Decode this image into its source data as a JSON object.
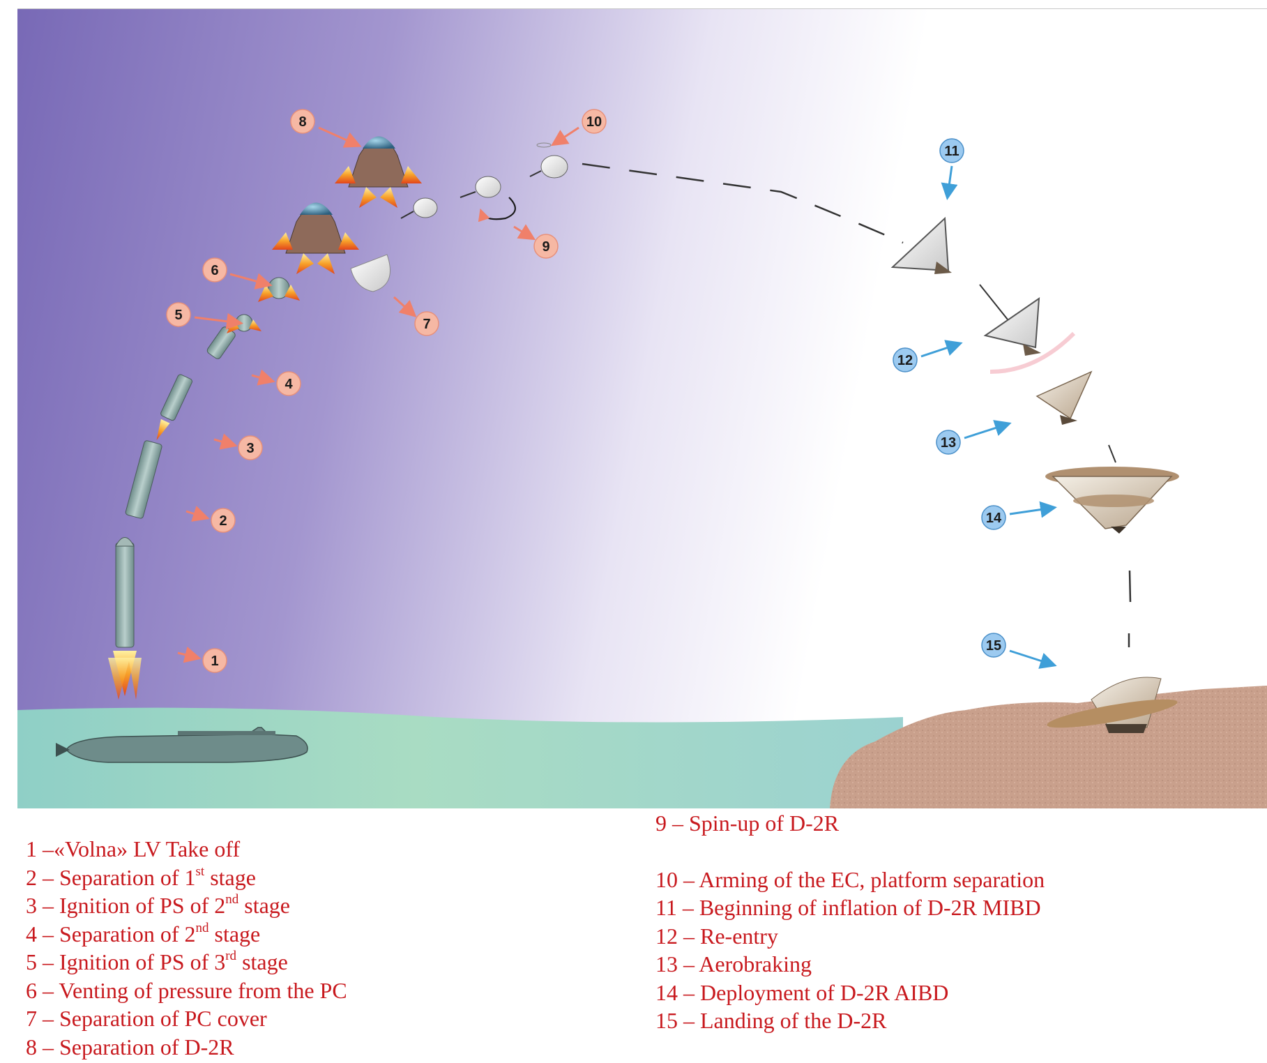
{
  "steps": [
    {
      "num": "1",
      "text": "1 –«Volna» LV Take off"
    },
    {
      "num": "2",
      "pre": "2 – Separation of 1",
      "sup": "st",
      "post": " stage"
    },
    {
      "num": "3",
      "pre": "3 – Ignition of PS of 2",
      "sup": "nd",
      "post": " stage"
    },
    {
      "num": "4",
      "pre": "4 – Separation of 2",
      "sup": "nd",
      "post": " stage"
    },
    {
      "num": "5",
      "pre": "5 – Ignition of PS of 3",
      "sup": "rd",
      "post": " stage"
    },
    {
      "num": "6",
      "text": "6 – Venting of pressure from the PC"
    },
    {
      "num": "7",
      "text": "7 – Separation of PC cover"
    },
    {
      "num": "8",
      "text": "8 – Separation of D-2R"
    },
    {
      "num": "9",
      "text": "9 – Spin-up of D-2R"
    },
    {
      "num": "10",
      "text": "10 – Arming of the EC, platform separation"
    },
    {
      "num": "11",
      "text": "11 – Beginning of inflation of D-2R MIBD"
    },
    {
      "num": "12",
      "text": "12 – Re-entry"
    },
    {
      "num": "13",
      "text": "13 – Aerobraking"
    },
    {
      "num": "14",
      "text": "14 – Deployment of D-2R AIBD"
    },
    {
      "num": "15",
      "text": "15 – Landing of the D-2R"
    }
  ],
  "colors": {
    "legend_text": "#c8191e",
    "ascent_badge": "#f6b8a4",
    "descent_badge": "#9ccaf0",
    "sky_top": "#7a6cb8",
    "sea": "#9dd4cc",
    "land": "#c9a08c"
  },
  "icons": [
    "submarine-icon",
    "rocket-icon",
    "reentry-vehicle-icon",
    "spin-arrow-icon"
  ]
}
